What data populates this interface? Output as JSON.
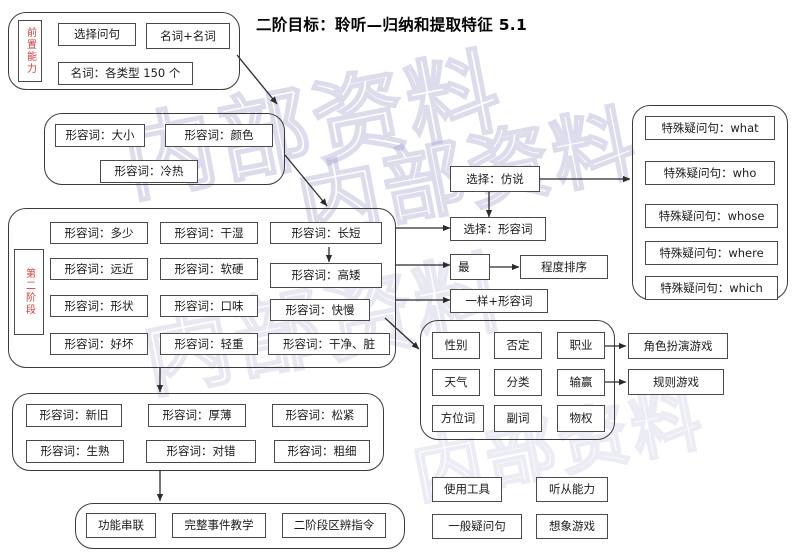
{
  "title": "二阶目标：聆听—归纳和提取特征 5.1",
  "watermark": {
    "line_a": "内部资料",
    "line_b": "内部资料",
    "line_c": "内部资料",
    "line_d": "内部资料"
  },
  "stage_labels": {
    "prerequisite": "前置能力",
    "second_stage": "第二阶段"
  },
  "groups": {
    "prerequisite_group": {
      "label": "前置能力",
      "items": [
        {
          "text": "选择问句"
        },
        {
          "text": "名词+名词"
        },
        {
          "text": "名词：各类型 150 个"
        }
      ]
    },
    "basic_adjectives_group": {
      "items": [
        {
          "text": "形容词：大小"
        },
        {
          "text": "形容词：颜色"
        },
        {
          "text": "形容词：冷热"
        }
      ]
    },
    "second_stage_group": {
      "label": "第二阶段",
      "items": [
        {
          "text": "形容词：多少"
        },
        {
          "text": "形容词：干湿"
        },
        {
          "text": "形容词：长短"
        },
        {
          "text": "形容词：远近"
        },
        {
          "text": "形容词：软硬"
        },
        {
          "text": "形容词：高矮"
        },
        {
          "text": "形容词：形状"
        },
        {
          "text": "形容词：口味"
        },
        {
          "text": "形容词：快慢"
        },
        {
          "text": "形容词：好坏"
        },
        {
          "text": "形容词：轻重"
        },
        {
          "text": "形容词：干净、脏"
        }
      ]
    },
    "extended_adjectives_group": {
      "items": [
        {
          "text": "形容词：新旧"
        },
        {
          "text": "形容词：厚薄"
        },
        {
          "text": "形容词：松紧"
        },
        {
          "text": "形容词：生熟"
        },
        {
          "text": "形容词：对错"
        },
        {
          "text": "形容词：粗细"
        }
      ]
    },
    "instruction_group": {
      "items": [
        {
          "text": "功能串联"
        },
        {
          "text": "完整事件教学"
        },
        {
          "text": "二阶段区辨指令"
        }
      ]
    },
    "question_words_group": {
      "items": [
        {
          "text": "特殊疑问句：what"
        },
        {
          "text": "特殊疑问句：who"
        },
        {
          "text": "特殊疑问句：whose"
        },
        {
          "text": "特殊疑问句：where"
        },
        {
          "text": "特殊疑问句：which"
        }
      ]
    },
    "concepts_group": {
      "items": [
        {
          "text": "性别"
        },
        {
          "text": "否定"
        },
        {
          "text": "职业"
        },
        {
          "text": "天气"
        },
        {
          "text": "分类"
        },
        {
          "text": "输赢"
        },
        {
          "text": "方位词"
        },
        {
          "text": "副词"
        },
        {
          "text": "物权"
        }
      ]
    }
  },
  "middle_column": {
    "items": [
      {
        "text": "选择：仿说"
      },
      {
        "text": "选择：形容词"
      },
      {
        "text": "最"
      },
      {
        "text": "程度排序"
      },
      {
        "text": "一样+形容词"
      }
    ]
  },
  "games": {
    "items": [
      {
        "text": "角色扮演游戏"
      },
      {
        "text": "规则游戏"
      }
    ]
  },
  "misc_nodes": {
    "items": [
      {
        "text": "使用工具"
      },
      {
        "text": "听从能力"
      },
      {
        "text": "一般疑问句"
      },
      {
        "text": "想象游戏"
      }
    ]
  },
  "colors": {
    "label_red": "#d23c3c",
    "border": "#4a4a4a",
    "watermark": "#9696c8",
    "background": "#ffffff"
  }
}
